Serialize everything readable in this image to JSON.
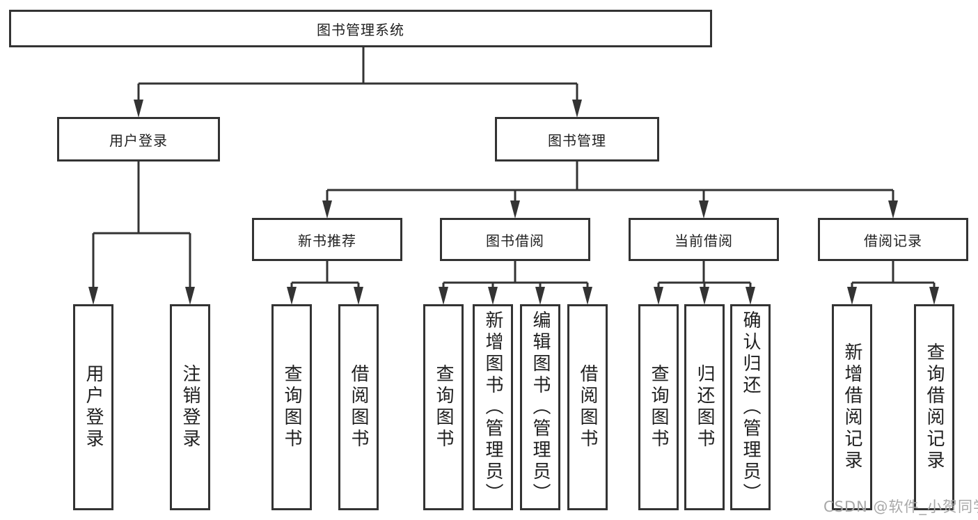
{
  "tree": {
    "root": "图书管理系统",
    "children": [
      {
        "label": "用户登录",
        "children": [
          "用户登录",
          "注销登录"
        ]
      },
      {
        "label": "图书管理",
        "children": [
          {
            "label": "新书推荐",
            "children": [
              "查询图书",
              "借阅图书"
            ]
          },
          {
            "label": "图书借阅",
            "children": [
              "查询图书",
              "新增图书（管理员）",
              "编辑图书（管理员）",
              "借阅图书"
            ]
          },
          {
            "label": "当前借阅",
            "children": [
              "查询图书",
              "归还图书",
              "确认归还（管理员）"
            ]
          },
          {
            "label": "借阅记录",
            "children": [
              "新增借阅记录",
              "查询借阅记录"
            ]
          }
        ]
      }
    ]
  },
  "watermark": {
    "text": "CSDN @软件_小贺同学"
  },
  "colors": {
    "line": "#333333",
    "box_border": "#333333",
    "text": "#1f1f1f",
    "background": "#ffffff",
    "watermark": "#a8a8a8"
  }
}
